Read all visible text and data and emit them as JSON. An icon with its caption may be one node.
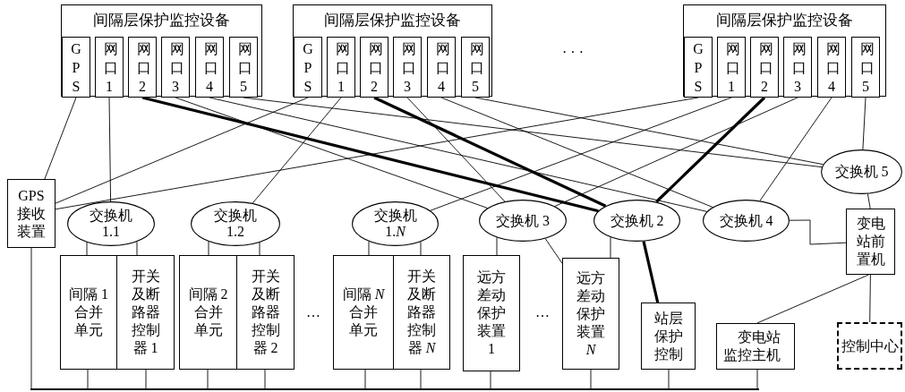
{
  "diagram": {
    "nodes": [
      {
        "text": [
          "间隔层保护监控设备"
        ]
      },
      {
        "text": [
          "GPS"
        ],
        "in": 0
      },
      {
        "text": [
          "网口1"
        ],
        "in": 0
      },
      {
        "text": [
          "网口2"
        ],
        "in": 0
      },
      {
        "text": [
          "网口3"
        ],
        "in": 0
      },
      {
        "text": [
          "网口4"
        ],
        "in": 0
      },
      {
        "text": [
          "网口5"
        ],
        "in": 0
      },
      {
        "text": [
          "间隔层保护监控设备"
        ]
      },
      {
        "text": [
          "GPS"
        ],
        "in": 7
      },
      {
        "text": [
          "网口1"
        ],
        "in": 7
      },
      {
        "text": [
          "网口2"
        ],
        "in": 7
      },
      {
        "text": [
          "网口3"
        ],
        "in": 7
      },
      {
        "text": [
          "网口4"
        ],
        "in": 7
      },
      {
        "text": [
          "网口5"
        ],
        "in": 7
      },
      {
        "text": [
          "间隔层保护监控设备"
        ]
      },
      {
        "text": [
          "GPS"
        ],
        "in": 14
      },
      {
        "text": [
          "网口1"
        ],
        "in": 14
      },
      {
        "text": [
          "网口2"
        ],
        "in": 14
      },
      {
        "text": [
          "网口3"
        ],
        "in": 14
      },
      {
        "text": [
          "网口4"
        ],
        "in": 14
      },
      {
        "text": [
          "网口5"
        ],
        "in": 14
      },
      {
        "text": [
          "GPS接收装置"
        ]
      },
      {
        "text": [
          "交换机1.1"
        ]
      },
      {
        "text": [
          "交换机1.2"
        ]
      },
      {
        "text": [
          "交换机1.*N*"
        ]
      },
      {
        "text": [
          "交换机 3"
        ]
      },
      {
        "text": [
          "交换机 2"
        ]
      },
      {
        "text": [
          "交换机 4"
        ]
      },
      {
        "text": [
          "交换机 5"
        ]
      },
      {
        "text": [
          "间隔 1合并单元"
        ]
      },
      {
        "text": [
          "开关及断路器控制器 1"
        ]
      },
      {
        "text": [
          "间隔 2合并单元"
        ]
      },
      {
        "text": [
          "开关及断路器控制器 2"
        ]
      },
      {
        "text": [
          "间隔 *N* 合并单元"
        ]
      },
      {
        "text": [
          "开关及断路器控制器 *N*"
        ]
      },
      {
        "text": [
          "远方差动保护装置1"
        ]
      },
      {
        "text": [
          "远方差动保护装置 *N*"
        ]
      },
      {
        "text": [
          "站层保护控制"
        ]
      },
      {
        "text": [
          "变电站监控主机"
        ]
      },
      {
        "text": [
          "变电站前置机"
        ]
      },
      {
        "text": [
          "控制中心"
        ]
      },
      {
        "text": [],
        "shape": "bar"
      }
    ],
    "edges": [
      {
        "from": 1,
        "to": 21,
        "arrow": "none"
      },
      {
        "from": 2,
        "to": 22,
        "arrow": "none"
      },
      {
        "from": 3,
        "to": 26,
        "arrow": "none",
        "style": "thick"
      },
      {
        "from": 4,
        "to": 25,
        "arrow": "none"
      },
      {
        "from": 5,
        "to": 27,
        "arrow": "none"
      },
      {
        "from": 6,
        "to": 28,
        "arrow": "none"
      },
      {
        "from": 8,
        "to": 21,
        "arrow": "none"
      },
      {
        "from": 9,
        "to": 23,
        "arrow": "none"
      },
      {
        "from": 10,
        "to": 26,
        "arrow": "none",
        "style": "thick"
      },
      {
        "from": 11,
        "to": 25,
        "arrow": "none"
      },
      {
        "from": 12,
        "to": 27,
        "arrow": "none"
      },
      {
        "from": 13,
        "to": 28,
        "arrow": "none"
      },
      {
        "from": 15,
        "to": 21,
        "arrow": "none"
      },
      {
        "from": 16,
        "to": 24,
        "arrow": "none"
      },
      {
        "from": 17,
        "to": 26,
        "arrow": "none",
        "style": "thick"
      },
      {
        "from": 18,
        "to": 25,
        "arrow": "none"
      },
      {
        "from": 19,
        "to": 27,
        "arrow": "none"
      },
      {
        "from": 20,
        "to": 28,
        "arrow": "none"
      },
      {
        "from": 22,
        "to": 29,
        "arrow": "none"
      },
      {
        "from": 22,
        "to": 30,
        "arrow": "none"
      },
      {
        "from": 23,
        "to": 31,
        "arrow": "none"
      },
      {
        "from": 23,
        "to": 32,
        "arrow": "none"
      },
      {
        "from": 24,
        "to": 33,
        "arrow": "none"
      },
      {
        "from": 24,
        "to": 34,
        "arrow": "none"
      },
      {
        "from": 25,
        "to": 35,
        "arrow": "none"
      },
      {
        "from": 25,
        "to": 36,
        "arrow": "none"
      },
      {
        "from": 26,
        "to": 36,
        "arrow": "none"
      },
      {
        "from": 26,
        "to": 37,
        "arrow": "none",
        "style": "thick"
      },
      {
        "from": 27,
        "to": 39,
        "arrow": "none"
      },
      {
        "from": 28,
        "to": 39,
        "arrow": "none"
      },
      {
        "from": 39,
        "to": 38,
        "arrow": "none"
      },
      {
        "from": 39,
        "to": 40,
        "arrow": "none"
      },
      {
        "from": 21,
        "to": 41,
        "arrow": "none"
      },
      {
        "from": 29,
        "to": 41,
        "arrow": "none"
      },
      {
        "from": 30,
        "to": 41,
        "arrow": "none"
      },
      {
        "from": 31,
        "to": 41,
        "arrow": "none"
      },
      {
        "from": 32,
        "to": 41,
        "arrow": "none"
      },
      {
        "from": 33,
        "to": 41,
        "arrow": "none"
      },
      {
        "from": 34,
        "to": 41,
        "arrow": "none"
      },
      {
        "from": 35,
        "to": 41,
        "arrow": "none"
      },
      {
        "from": 36,
        "to": 41,
        "arrow": "none"
      },
      {
        "from": 37,
        "to": 41,
        "arrow": "none"
      },
      {
        "from": 38,
        "to": 41,
        "arrow": "none"
      }
    ],
    "labels": [
      "· · ·",
      "…",
      "…"
    ]
  }
}
